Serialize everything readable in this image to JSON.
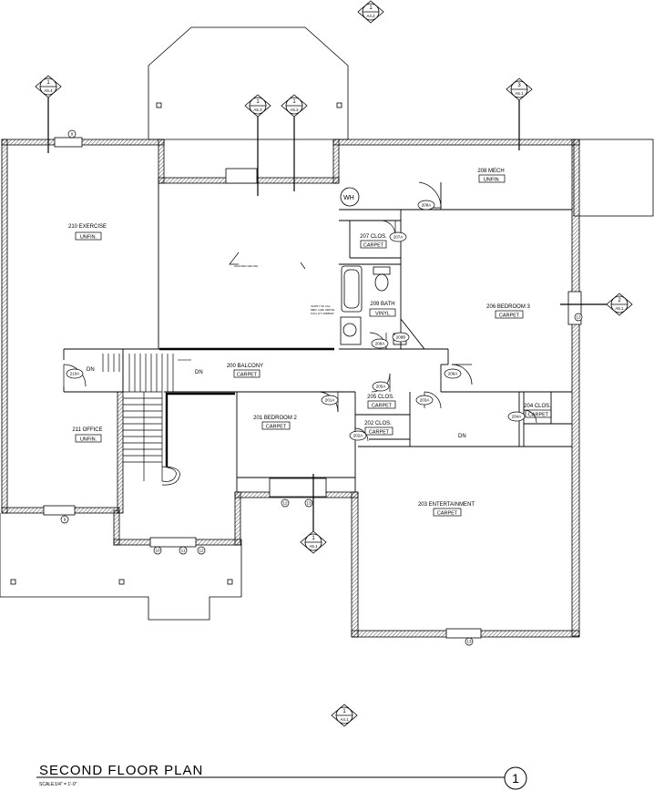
{
  "title_block": {
    "title": "SECOND FLOOR PLAN",
    "scale_label": "SCALE:",
    "scale_value": "1/4\" = 1'-0\"",
    "plan_number": "1"
  },
  "rooms": {
    "exercise": {
      "name": "210 EXERCISE",
      "finish": "UNFIN."
    },
    "office": {
      "name": "211 OFFICE",
      "finish": "UNFIN."
    },
    "balcony": {
      "name": "200 BALCONY",
      "finish": "CARPET"
    },
    "bedroom2": {
      "name": "201 BEDROOM 2",
      "finish": "CARPET"
    },
    "closet205": {
      "name": "205 CLOS.",
      "finish": "CARPET"
    },
    "closet202": {
      "name": "202 CLOS.",
      "finish": "CARPET"
    },
    "closet204": {
      "name": "204 CLOS.",
      "finish": "CARPET"
    },
    "entertainment": {
      "name": "203 ENTERTAINMENT",
      "finish": "CARPET"
    },
    "bedroom3": {
      "name": "206 BEDROOM 3",
      "finish": "CARPET"
    },
    "bath209": {
      "name": "209 BATH",
      "finish": "VINYL"
    },
    "closet207": {
      "name": "207 CLOS.",
      "finish": "CARPET"
    },
    "mech208": {
      "name": "208 MECH",
      "finish": "UNFIN."
    }
  },
  "door_tags": {
    "d210A": "210A",
    "d201A": "201A",
    "d205A": "205A",
    "d203A": "203A",
    "d206A": "206A",
    "d202A": "202A",
    "d204A": "204A",
    "d207A": "207A",
    "d208A": "208A",
    "d209A": "209A",
    "d209B": "209B"
  },
  "window_tags": {
    "w9a": "9",
    "w9b": "9",
    "w10": "10",
    "w11": "11",
    "w12a": "12",
    "w12b": "12",
    "w13a": "13",
    "w13b": "13",
    "w13c": "13"
  },
  "section_marks": {
    "a42": {
      "num": "1",
      "sheet": "A4.2"
    },
    "a54": {
      "num": "1",
      "sheet": "A5.4"
    },
    "a53": {
      "num": "1",
      "sheet": "A5.3"
    },
    "a52": {
      "num": "1",
      "sheet": "A5.2"
    },
    "a51_top": {
      "num": "3",
      "sheet": "A5.1"
    },
    "a51_right": {
      "num": "2",
      "sheet": "A5.1"
    },
    "a51_bottom": {
      "num": "1",
      "sheet": "A5.1"
    },
    "a41": {
      "num": "1",
      "sheet": "A4.1"
    }
  },
  "labels": {
    "wh": "WH",
    "dn_stair": "DN",
    "dn_office": "DN",
    "dn_hall": "DN",
    "vaulted": "VAULTED CEILING",
    "bath_note_1": "VANITY W/ LAV.",
    "bath_note_2": "MED. CAB. ABOVE",
    "bath_note_3": "FULL HT. MIRROR"
  }
}
